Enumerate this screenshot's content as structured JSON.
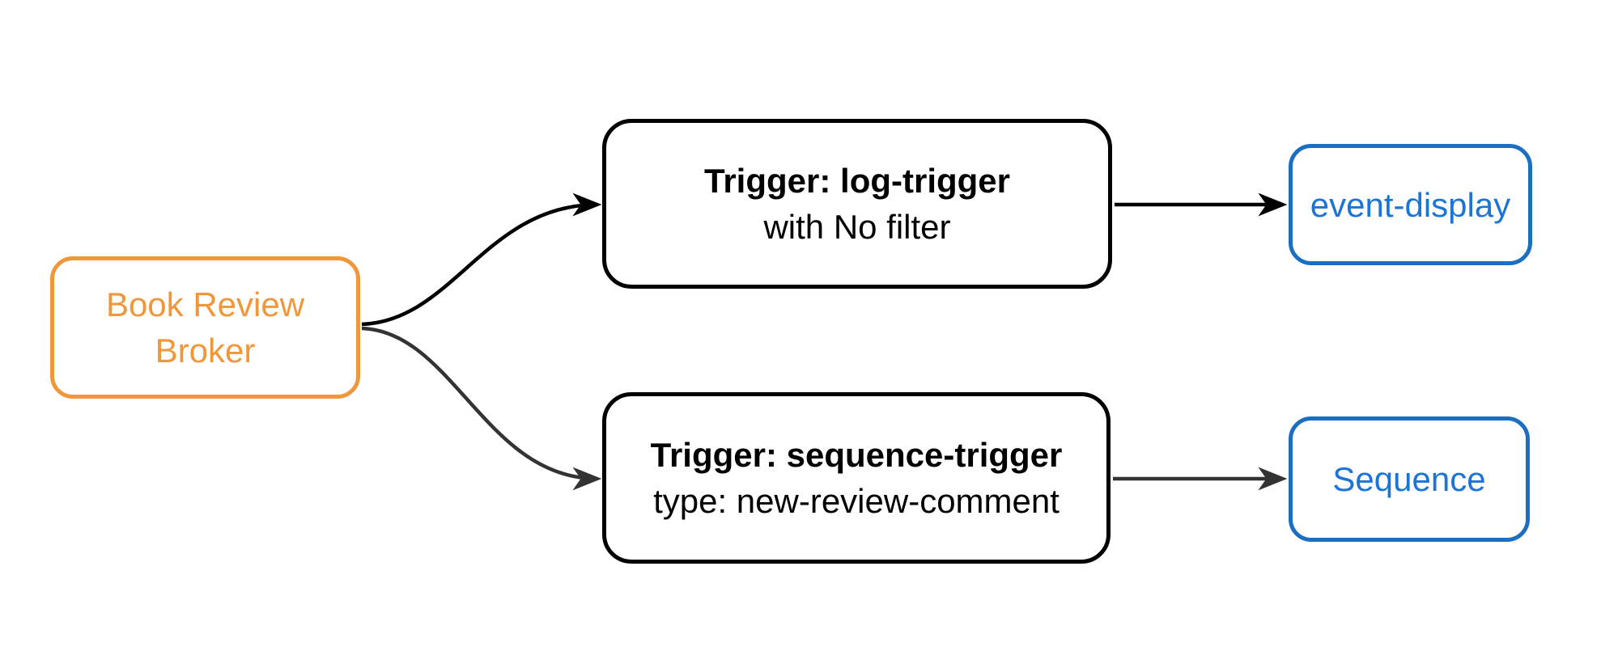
{
  "diagram": {
    "type": "flowchart-left-to-right",
    "background_color": "#ffffff",
    "nodes": {
      "broker": {
        "label_line1": "Book Review",
        "label_line2": "Broker",
        "border_color": "#F0973B",
        "text_color": "#F0973B"
      },
      "log_trigger": {
        "title": "Trigger: log-trigger",
        "subtitle": "with No filter",
        "border_color": "#000000",
        "text_color": "#000000"
      },
      "sequence_trigger": {
        "title": "Trigger: sequence-trigger",
        "subtitle": "type: new-review-comment",
        "border_color": "#000000",
        "text_color": "#000000"
      },
      "event_display": {
        "label": "event-display",
        "border_color": "#1B6EC2",
        "text_color": "#1B74D6"
      },
      "sequence": {
        "label": "Sequence",
        "border_color": "#1B6EC2",
        "text_color": "#1B74D6"
      }
    },
    "edges": [
      {
        "from": "broker",
        "to": "log_trigger",
        "shape": "curved",
        "color": "#000000"
      },
      {
        "from": "broker",
        "to": "sequence_trigger",
        "shape": "curved",
        "color": "#333333"
      },
      {
        "from": "log_trigger",
        "to": "event_display",
        "shape": "straight",
        "color": "#000000"
      },
      {
        "from": "sequence_trigger",
        "to": "sequence",
        "shape": "straight",
        "color": "#333333"
      }
    ]
  }
}
